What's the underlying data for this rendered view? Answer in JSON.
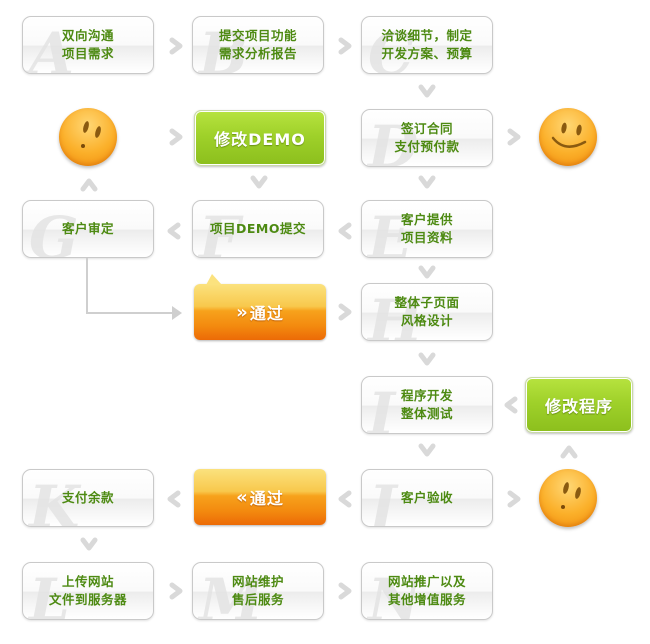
{
  "colors": {
    "step_text": "#4d8a12",
    "green_button": "#9fd12a",
    "orange_button": "#f38a0f",
    "chevron": "#d9d9d9",
    "box_border": "#c9c9c9"
  },
  "steps": [
    {
      "letter": "A",
      "lines": [
        "双向沟通",
        "项目需求"
      ]
    },
    {
      "letter": "B",
      "lines": [
        "提交项目功能",
        "需求分析报告"
      ]
    },
    {
      "letter": "C",
      "lines": [
        "洽谈细节，制定",
        "开发方案、预算"
      ]
    },
    {
      "letter": "D",
      "lines": [
        "签订合同",
        "支付预付款"
      ]
    },
    {
      "letter": "E",
      "lines": [
        "客户提供",
        "项目资料"
      ]
    },
    {
      "letter": "F",
      "lines": [
        "项目DEMO提交"
      ]
    },
    {
      "letter": "G",
      "lines": [
        "客户审定"
      ]
    },
    {
      "letter": "H",
      "lines": [
        "整体子页面",
        "风格设计"
      ]
    },
    {
      "letter": "I",
      "lines": [
        "程序开发",
        "整体测试"
      ]
    },
    {
      "letter": "J",
      "lines": [
        "客户验收"
      ]
    },
    {
      "letter": "K",
      "lines": [
        "支付余款"
      ]
    },
    {
      "letter": "L",
      "lines": [
        "上传网站",
        "文件到服务器"
      ]
    },
    {
      "letter": "M",
      "lines": [
        "网站维护",
        "售后服务"
      ]
    },
    {
      "letter": "N",
      "lines": [
        "网站推广以及",
        "其他增值服务"
      ]
    }
  ],
  "actions": {
    "modify_demo": "修改DEMO",
    "modify_program": "修改程序",
    "pass_forward": {
      "icon": "»",
      "label": "通过"
    },
    "pass_back": {
      "icon": "«",
      "label": "通过"
    }
  },
  "faces": {
    "confused_1": "confused-face",
    "happy": "smiling-face",
    "confused_2": "confused-face"
  }
}
